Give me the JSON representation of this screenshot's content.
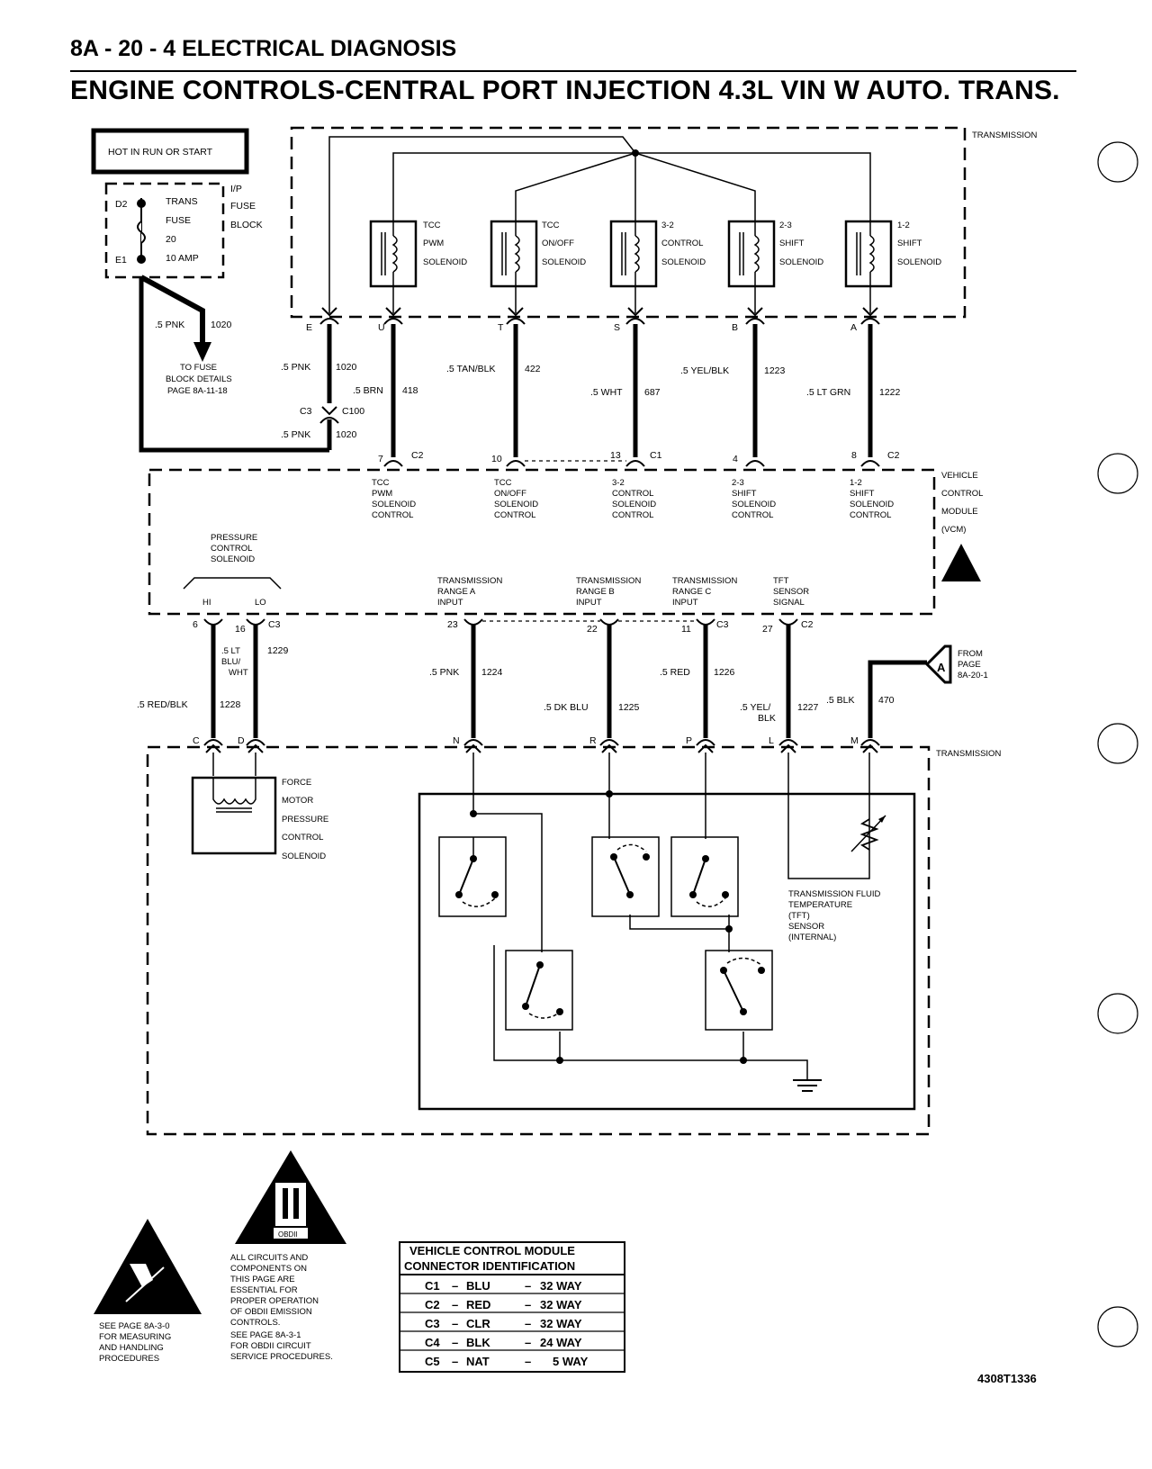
{
  "header": {
    "page_ref": "8A - 20 - 4  ELECTRICAL DIAGNOSIS",
    "title": "ENGINE CONTROLS-CENTRAL PORT INJECTION 4.3L VIN W AUTO. TRANS."
  },
  "power": {
    "hot_label": "HOT IN RUN OR START",
    "fuse_block_label": [
      "I/P",
      "FUSE",
      "BLOCK"
    ],
    "fuse_label": [
      "TRANS",
      "FUSE",
      "20",
      "10 AMP"
    ],
    "term_top": "D2",
    "term_bottom": "E1",
    "wire1": ".5 PNK",
    "wire1_num": "1020",
    "to_fuse_block": [
      "TO FUSE",
      "BLOCK DETAILS",
      "PAGE 8A-11-18"
    ]
  },
  "transmission_top_label": "TRANSMISSION",
  "transmission_bottom_label": "TRANSMISSION",
  "solenoids": [
    {
      "label": [
        "TCC",
        "PWM",
        "SOLENOID"
      ],
      "pin": "U",
      "wire": ".5 BRN",
      "circuit": "418",
      "vcm_pin": "7",
      "vcm_conn": "C2",
      "vcm_label": [
        "TCC",
        "PWM",
        "SOLENOID",
        "CONTROL"
      ]
    },
    {
      "label": [
        "TCC",
        "ON/OFF",
        "SOLENOID"
      ],
      "pin": "T",
      "wire": ".5 TAN/BLK",
      "circuit": "422",
      "vcm_pin": "10",
      "vcm_conn": "",
      "vcm_label": [
        "TCC",
        "ON/OFF",
        "SOLENOID",
        "CONTROL"
      ]
    },
    {
      "label": [
        "3-2",
        "CONTROL",
        "SOLENOID"
      ],
      "pin": "S",
      "wire": ".5 WHT",
      "circuit": "687",
      "vcm_pin": "13",
      "vcm_conn": "C1",
      "vcm_label": [
        "3-2",
        "CONTROL",
        "SOLENOID",
        "CONTROL"
      ]
    },
    {
      "label": [
        "2-3",
        "SHIFT",
        "SOLENOID"
      ],
      "pin": "B",
      "wire": ".5 YEL/BLK",
      "circuit": "1223",
      "vcm_pin": "4",
      "vcm_conn": "",
      "vcm_label": [
        "2-3",
        "SHIFT",
        "SOLENOID",
        "CONTROL"
      ]
    },
    {
      "label": [
        "1-2",
        "SHIFT",
        "SOLENOID"
      ],
      "pin": "A",
      "wire": ".5 LT GRN",
      "circuit": "1222",
      "vcm_pin": "8",
      "vcm_conn": "C2",
      "vcm_label": [
        "1-2",
        "SHIFT",
        "SOLENOID",
        "CONTROL"
      ]
    }
  ],
  "pink_path": {
    "pin_e": "E",
    "wire_a": ".5 PNK",
    "num_a": "1020",
    "c3": "C3",
    "c100": "C100",
    "wire_b": ".5 PNK",
    "num_b": "1020"
  },
  "vcm": {
    "label": [
      "VEHICLE",
      "CONTROL",
      "MODULE",
      "(VCM)"
    ],
    "pcs_label": [
      "PRESSURE",
      "CONTROL",
      "SOLENOID"
    ],
    "hi": "HI",
    "lo": "LO",
    "hi_pin": "6",
    "lo_pin": "16",
    "lo_conn": "C3",
    "inputs": [
      {
        "label": [
          "TRANSMISSION",
          "RANGE A",
          "INPUT"
        ],
        "pin": "23",
        "conn": ""
      },
      {
        "label": [
          "TRANSMISSION",
          "RANGE B",
          "INPUT"
        ],
        "pin": "22",
        "conn": ""
      },
      {
        "label": [
          "TRANSMISSION",
          "RANGE C",
          "INPUT"
        ],
        "pin": "11",
        "conn": "C3"
      },
      {
        "label": [
          "TFT",
          "SENSOR",
          "SIGNAL"
        ],
        "pin": "27",
        "conn": "C2"
      }
    ]
  },
  "lower_wires": {
    "hi_wire": ".5 RED/BLK",
    "hi_num": "1228",
    "lo_wire": [
      ".5 LT",
      "BLU/",
      "WHT"
    ],
    "lo_num": "1229",
    "range_a_wire": ".5 PNK",
    "range_a_num": "1224",
    "range_b_wire": ".5 DK BLU",
    "range_b_num": "1225",
    "range_c_wire": ".5 RED",
    "range_c_num": "1226",
    "tft_wire": [
      ".5 YEL/",
      "BLK"
    ],
    "tft_num": "1227",
    "ground_wire": ".5 BLK",
    "ground_num": "470",
    "from_page": [
      "FROM",
      "PAGE",
      "8A-20-1"
    ],
    "from_marker": "A",
    "pins": {
      "c": "C",
      "d": "D",
      "n": "N",
      "r": "R",
      "p": "P",
      "l": "L",
      "m": "M"
    }
  },
  "force_motor_label": [
    "FORCE",
    "MOTOR",
    "PRESSURE",
    "CONTROL",
    "SOLENOID"
  ],
  "tft_sensor_label": [
    "TRANSMISSION FLUID",
    "TEMPERATURE",
    "(TFT)",
    "SENSOR",
    "(INTERNAL)"
  ],
  "esd_note": [
    "SEE PAGE 8A-3-0",
    "FOR MEASURING",
    "AND HANDLING",
    "PROCEDURES"
  ],
  "obd_badge": "OBDII",
  "obd_note": [
    "ALL CIRCUITS AND",
    "COMPONENTS ON",
    "THIS PAGE ARE",
    "ESSENTIAL FOR",
    "PROPER OPERATION",
    "OF OBDII EMISSION",
    "CONTROLS.",
    "SEE PAGE 8A-3-1",
    "FOR OBDII CIRCUIT",
    "SERVICE PROCEDURES."
  ],
  "connector_table": {
    "title": [
      "VEHICLE CONTROL MODULE",
      "CONNECTOR IDENTIFICATION"
    ],
    "rows": [
      {
        "conn": "C1",
        "color": "BLU",
        "ways": "32 WAY"
      },
      {
        "conn": "C2",
        "color": "RED",
        "ways": "32 WAY"
      },
      {
        "conn": "C3",
        "color": "CLR",
        "ways": "32 WAY"
      },
      {
        "conn": "C4",
        "color": "BLK",
        "ways": "24 WAY"
      },
      {
        "conn": "C5",
        "color": "NAT",
        "ways": "5 WAY"
      }
    ]
  },
  "figure_id": "4308T1336"
}
